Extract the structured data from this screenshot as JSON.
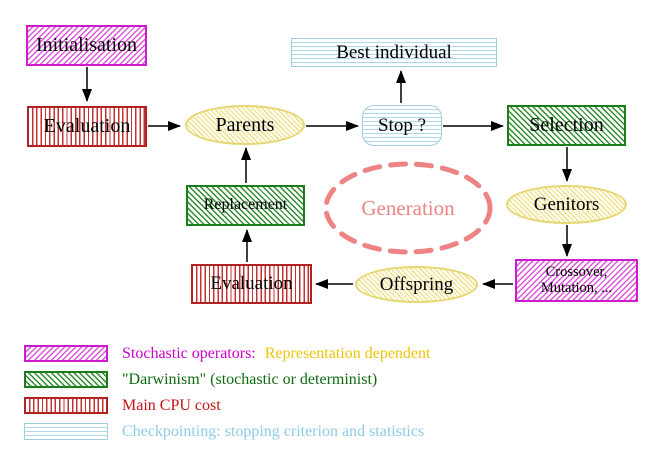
{
  "diagram": {
    "nodes": {
      "initialisation": {
        "label": "Initialisation",
        "category": "stochastic-operator"
      },
      "evaluation_top": {
        "label": "Evaluation",
        "category": "main-cpu-cost"
      },
      "parents": {
        "label": "Parents",
        "category": "population"
      },
      "best_individual": {
        "label": "Best individual",
        "category": "checkpointing"
      },
      "stop": {
        "label": "Stop ?",
        "category": "checkpointing"
      },
      "selection": {
        "label": "Selection",
        "category": "darwinism"
      },
      "replacement": {
        "label": "Replacement",
        "category": "darwinism"
      },
      "generation": {
        "label": "Generation"
      },
      "genitors": {
        "label": "Genitors",
        "category": "population"
      },
      "evaluation_bottom": {
        "label": "Evaluation",
        "category": "main-cpu-cost"
      },
      "offspring": {
        "label": "Offspring",
        "category": "population"
      },
      "crossover": {
        "label_line1": "Crossover,",
        "label_line2": "Mutation, ...",
        "category": "stochastic-operator"
      }
    },
    "edges": [
      {
        "from": "Initialisation",
        "to": "Evaluation"
      },
      {
        "from": "Evaluation",
        "to": "Parents"
      },
      {
        "from": "Parents",
        "to": "Stop ?"
      },
      {
        "from": "Stop ?",
        "to": "Best individual"
      },
      {
        "from": "Stop ?",
        "to": "Selection"
      },
      {
        "from": "Selection",
        "to": "Genitors"
      },
      {
        "from": "Genitors",
        "to": "Crossover, Mutation, ..."
      },
      {
        "from": "Crossover, Mutation, ...",
        "to": "Offspring"
      },
      {
        "from": "Offspring",
        "to": "Evaluation"
      },
      {
        "from": "Evaluation",
        "to": "Replacement"
      },
      {
        "from": "Replacement",
        "to": "Parents"
      }
    ]
  },
  "legend": {
    "items": [
      {
        "pattern": "magenta-diagonal-hatch",
        "text": "Stochastic operators:",
        "text2": "Representation dependent"
      },
      {
        "pattern": "green-diagonal-hatch",
        "text": "\"Darwinism\" (stochastic or determinist)"
      },
      {
        "pattern": "red-vertical-stripes",
        "text": "Main CPU cost"
      },
      {
        "pattern": "cyan-horizontal-stripes",
        "text": "Checkpointing: stopping criterion and statistics"
      }
    ]
  },
  "colors": {
    "stochastic_magenta": "#cf1bcf",
    "darwinism_green": "#1b7e1b",
    "cpu_red": "#b22222",
    "checkpoint_blue": "#9ecfdf",
    "population_yellow": "#e6d672",
    "generation_salmon": "#ee8383",
    "legend_text_magenta": "#cc00cc",
    "legend_text_gold": "#eec50a",
    "legend_text_green": "#0f6b0f",
    "legend_text_red": "#c41414",
    "legend_text_lightblue": "#8ecbe8",
    "arrow_black": "#000000"
  }
}
